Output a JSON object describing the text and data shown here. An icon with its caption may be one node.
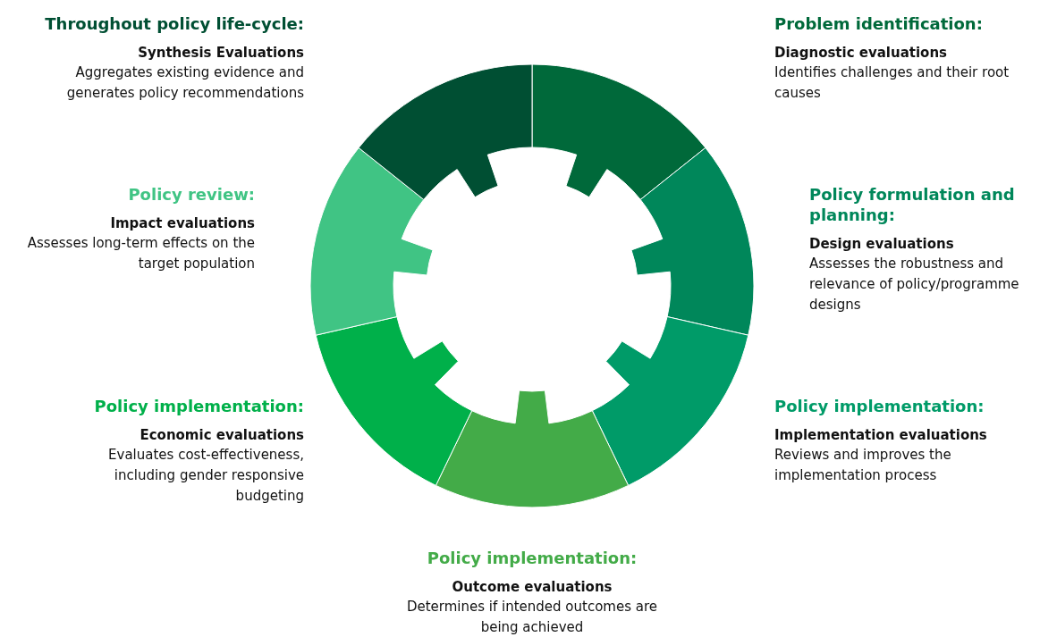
{
  "diagram": {
    "nodes": [
      {
        "text": [
          "Problem identification:",
          "Diagnostic evaluations",
          "Identifies challenges and their root causes"
        ]
      },
      {
        "text": [
          "Policy formulation and planning:",
          "Design evaluations",
          "Assesses the robustness and relevance of policy/programme designs"
        ]
      },
      {
        "text": [
          "Policy implementation:",
          "Implementation evaluations",
          "Reviews and improves the implementation process"
        ]
      },
      {
        "text": [
          "Policy implementation:",
          "Outcome evaluations",
          "Determines if intended outcomes are being achieved"
        ]
      },
      {
        "text": [
          "Policy implementation:",
          "Economic evaluations",
          "Evaluates cost-effectiveness, including gender responsive budgeting"
        ]
      },
      {
        "text": [
          "Policy review:",
          "Impact evaluations",
          "Assesses long-term effects on the target population"
        ]
      },
      {
        "text": [
          "Throughout policy life-cycle:",
          "Synthesis Evaluations",
          "Aggregates existing evidence and generates policy recommendations"
        ]
      }
    ]
  }
}
